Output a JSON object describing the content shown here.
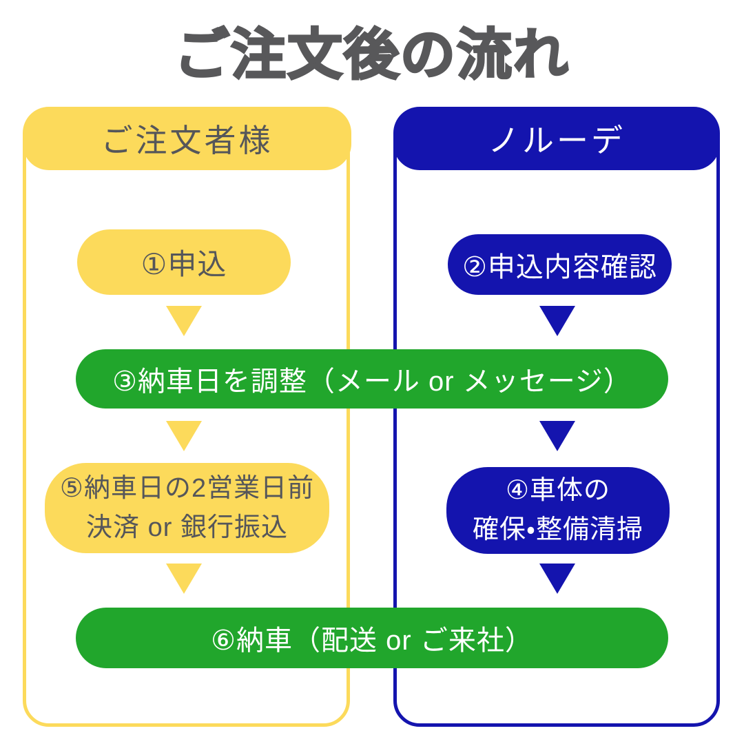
{
  "title": "ご注文後の流れ",
  "lanes": {
    "customer": {
      "label": "ご注文者様"
    },
    "company": {
      "label": "ノルーデ"
    }
  },
  "steps": {
    "step1": {
      "label": "①申込",
      "lane": "customer"
    },
    "step2": {
      "label": "②申込内容確認",
      "lane": "company"
    },
    "step3": {
      "label": "③納車日を調整（メール or メッセージ）",
      "lane": "both"
    },
    "step4": {
      "line1": "④車体の",
      "line2": "確保・整備清掃",
      "lane": "company"
    },
    "step5": {
      "line1": "⑤納車日の2営業日前",
      "line2": "決済 or 銀行振込",
      "lane": "customer"
    },
    "step6": {
      "label": "⑥納車（配送 or ご来社）",
      "lane": "both"
    }
  },
  "colors": {
    "customer_yellow": "#FCDA5B",
    "company_blue": "#1414AE",
    "shared_green": "#21A62C",
    "title_gray": "#58585A",
    "dark_text": "#55565A",
    "white_text": "#FFFFFF"
  }
}
